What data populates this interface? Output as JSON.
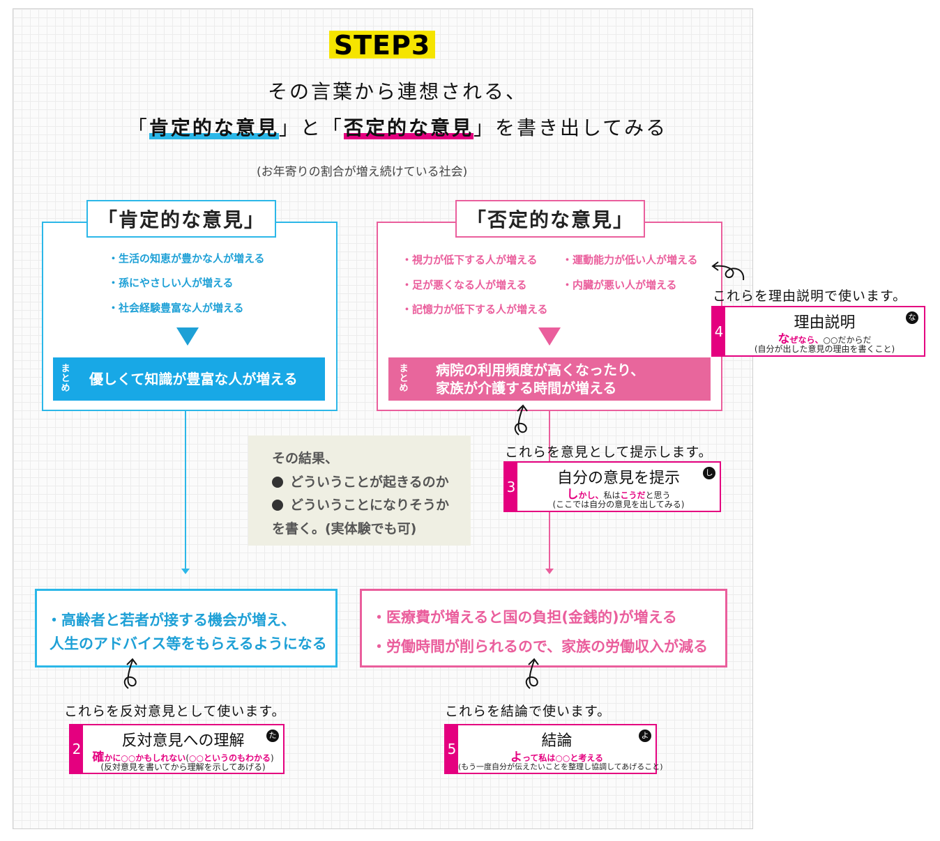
{
  "header": {
    "step": "STEP3",
    "line1": "その言葉から連想される、",
    "line2": {
      "q_open": "「",
      "pos": "肯定的な意見",
      "q_close": "」",
      "and": "と",
      "q_open2": "「",
      "neg": "否定的な意見",
      "q_close2": "」",
      "rest": "を書き出してみる"
    },
    "subtitle": "(お年寄りの割合が増え続けている社会)"
  },
  "positive": {
    "title": "「肯定的な意見」",
    "items": [
      "・生活の知恵が豊かな人が増える",
      "・孫にやさしい人が増える",
      "・社会経験豊富な人が増える"
    ],
    "summary_label": "まとめ",
    "summary": "優しくて知識が豊富な人が増える",
    "result": [
      "・高齢者と若者が接する機会が増え、",
      "人生のアドバイス等をもらえるようになる"
    ]
  },
  "negative": {
    "title": "「否定的な意見」",
    "items_col1": [
      "・視力が低下する人が増える",
      "・足が悪くなる人が増える",
      "・記憶力が低下する人が増える"
    ],
    "items_col2": [
      "・運動能力が低い人が増える",
      "・内臓が悪い人が増える"
    ],
    "summary_label": "まとめ",
    "summary": [
      "病院の利用頻度が高くなったり、",
      "家族が介護する時間が増える"
    ],
    "result": [
      "・医療費が増えると国の負担(金銭的)が増える",
      "・労働時間が削られるので、家族の労働収入が減る"
    ]
  },
  "middle": {
    "line1": "その結果、",
    "line2": "どういうことが起きるのか",
    "line3": "どういうことになりそうか",
    "line4": "を書く。(実体験でも可)"
  },
  "notes": {
    "reason": "これらを理由説明で使います。",
    "opinion": "これらを意見として提示します。",
    "counter": "これらを反対意見として使います。",
    "conclusion": "これらを結論で使います。"
  },
  "cards": {
    "reason": {
      "num": "4",
      "title": "理由説明",
      "kana": "な",
      "l2_a": "な",
      "l2_b": "ぜなら、",
      "l2_c": "○○だからだ",
      "l3": "(自分が出した意見の理由を書くこと)"
    },
    "opinion": {
      "num": "3",
      "title": "自分の意見を提示",
      "kana": "し",
      "l2_a": "し",
      "l2_b": "かし、",
      "l2_c": "私は",
      "l2_d": "こうだ",
      "l2_e": "と思う",
      "l3": "(ここでは自分の意見を出してみる)"
    },
    "counter": {
      "num": "2",
      "title": "反対意見への理解",
      "kana": "た",
      "l2_a": "確",
      "l2_b": "かに○○かもしれない",
      "l2_c": "(",
      "l2_d": "○○というのもわかる",
      "l2_e": ")",
      "l3": "(反対意見を書いてから理解を示してあげる)"
    },
    "conclusion": {
      "num": "5",
      "title": "結論",
      "kana": "よ",
      "l2_a": "よ",
      "l2_b": "って私は○○と考える",
      "l3": "(もう一度自分が伝えたいことを整理し協調してあげること)"
    }
  },
  "colors": {
    "blue": "#2bb7e8",
    "pink": "#ea5e9c",
    "magenta": "#e4007f",
    "yellow": "#f5e400",
    "beige": "#efefe3"
  }
}
